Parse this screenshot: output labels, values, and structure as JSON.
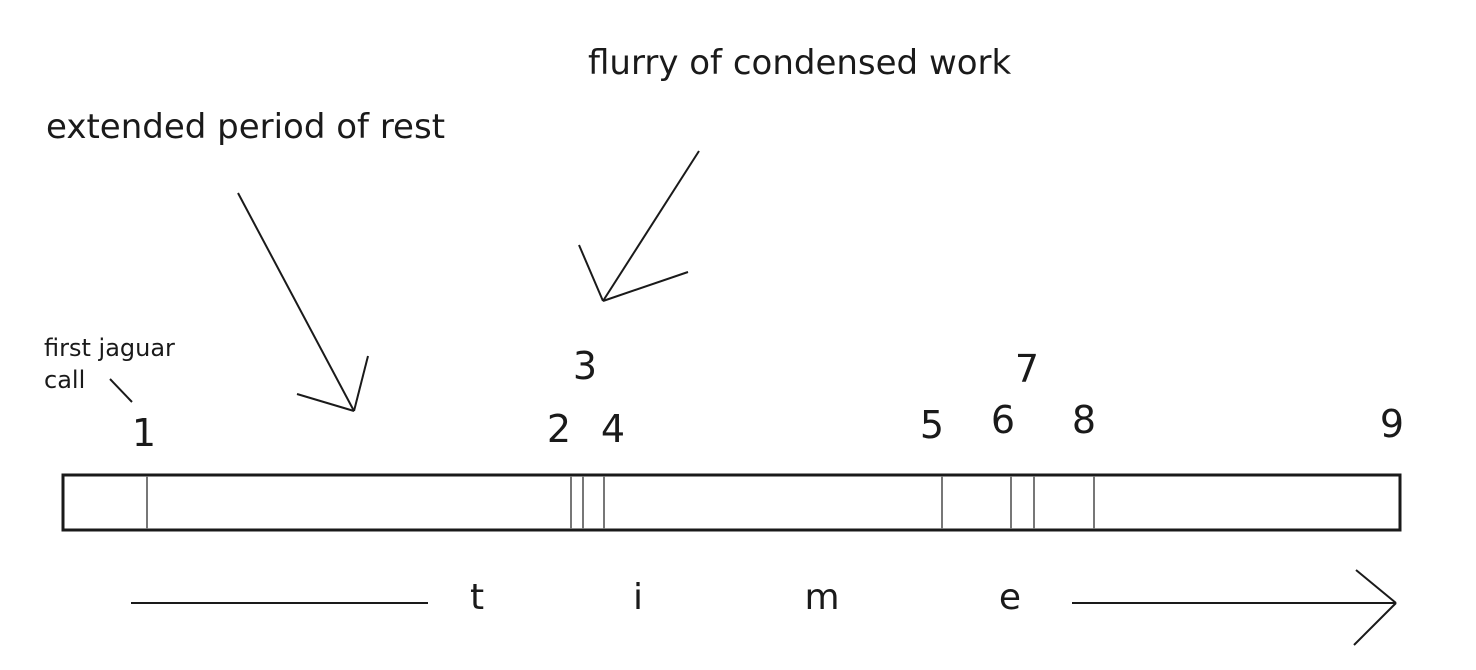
{
  "captions": {
    "flurry": "flurry of condensed work",
    "rest": "extended period of rest",
    "first_call_line1": "first jaguar",
    "first_call_line2": "call"
  },
  "timeline": {
    "events": [
      {
        "label": "1"
      },
      {
        "label": "2"
      },
      {
        "label": "3"
      },
      {
        "label": "4"
      },
      {
        "label": "5"
      },
      {
        "label": "6"
      },
      {
        "label": "7"
      },
      {
        "label": "8"
      },
      {
        "label": "9"
      }
    ]
  },
  "time_axis": {
    "letters": [
      "t",
      "i",
      "m",
      "e"
    ]
  },
  "colors": {
    "ink": "#1a1a1a",
    "divider": "#777777"
  }
}
